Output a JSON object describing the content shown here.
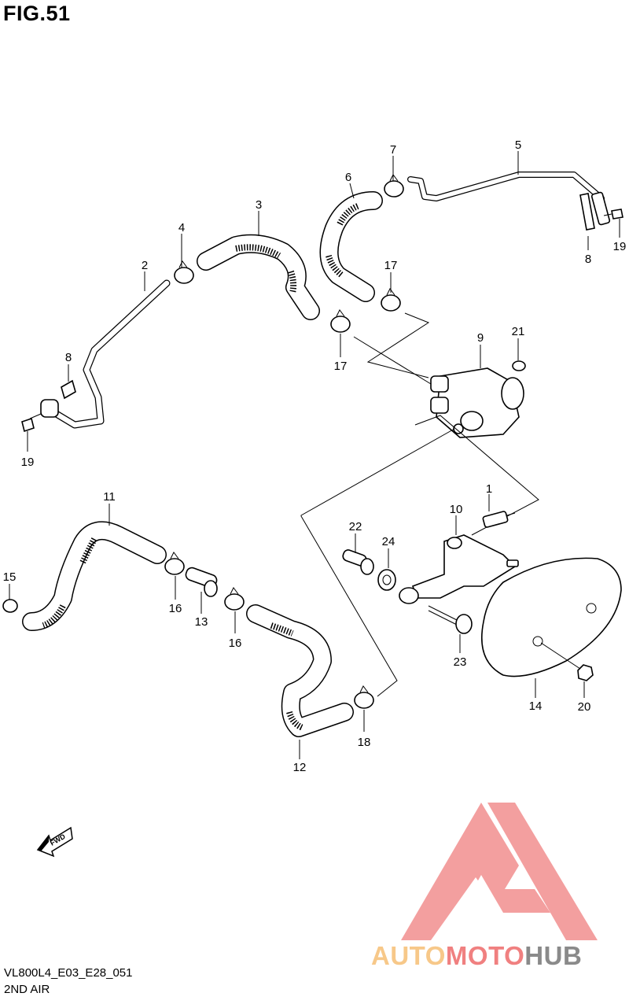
{
  "figure": {
    "title": "FIG.51"
  },
  "callouts": [
    {
      "label": "1"
    },
    {
      "label": "2"
    },
    {
      "label": "3"
    },
    {
      "label": "4"
    },
    {
      "label": "5"
    },
    {
      "label": "6"
    },
    {
      "label": "7"
    },
    {
      "label": "8"
    },
    {
      "label": "8"
    },
    {
      "label": "9"
    },
    {
      "label": "10"
    },
    {
      "label": "11"
    },
    {
      "label": "12"
    },
    {
      "label": "13"
    },
    {
      "label": "14"
    },
    {
      "label": "15"
    },
    {
      "label": "16"
    },
    {
      "label": "16"
    },
    {
      "label": "17"
    },
    {
      "label": "17"
    },
    {
      "label": "18"
    },
    {
      "label": "19"
    },
    {
      "label": "19"
    },
    {
      "label": "20"
    },
    {
      "label": "21"
    },
    {
      "label": "22"
    },
    {
      "label": "23"
    },
    {
      "label": "24"
    }
  ],
  "fwd_label": "FWD",
  "footer": {
    "code": "VL800L4_E03_E28_051",
    "caption": "2ND AIR"
  },
  "watermark": {
    "brand_part1": "AUTO",
    "brand_part2": "MOTO",
    "brand_part3": "HUB",
    "color_light": "#f7c889",
    "color_red": "#f08080",
    "color_dark": "#8a8a8a"
  }
}
